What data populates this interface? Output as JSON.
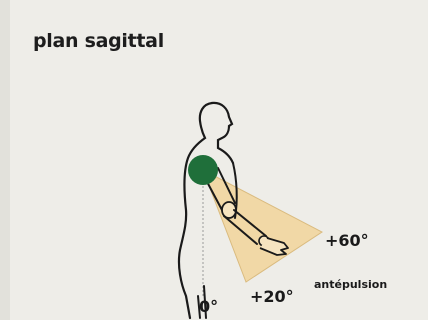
{
  "diagram": {
    "title": "plan sagittal",
    "angle_60": "+60°",
    "angle_20": "+20°",
    "angle_0": "0°",
    "motion_label": "antépulsion",
    "colors": {
      "background": "#eeede8",
      "sector_fill": "#f2d7a3",
      "shoulder_joint": "#1f6f3a",
      "outline": "#1a1a1a"
    }
  }
}
